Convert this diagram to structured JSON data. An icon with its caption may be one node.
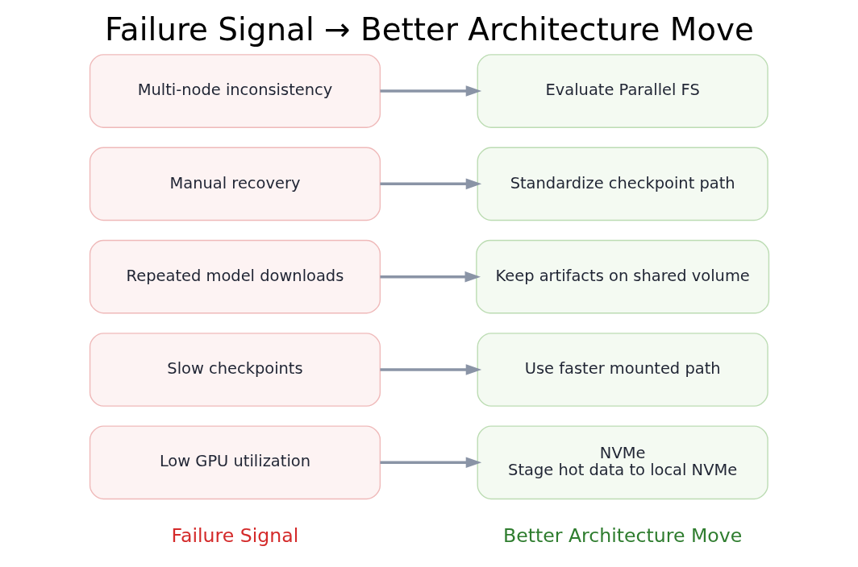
{
  "diagram": {
    "title": "Failure Signal → Better Architecture Move",
    "nodes": [
      {
        "text": [
          "Low GPU utilization"
        ]
      },
      {
        "text": [
          "Slow checkpoints"
        ]
      },
      {
        "text": [
          "Repeated model downloads"
        ]
      },
      {
        "text": [
          "Manual recovery"
        ]
      },
      {
        "text": [
          "Multi-node inconsistency"
        ]
      },
      {
        "text": [
          "NVMe",
          "Stage hot data to local NVMe"
        ]
      },
      {
        "text": [
          "Use faster mounted path"
        ]
      },
      {
        "text": [
          "Keep artifacts on shared volume"
        ]
      },
      {
        "text": [
          "Standardize checkpoint path"
        ]
      },
      {
        "text": [
          "Evaluate Parallel FS"
        ]
      }
    ],
    "edges": [
      {
        "from": 0,
        "to": 5,
        "arrow": "to"
      },
      {
        "from": 1,
        "to": 6,
        "arrow": "to"
      },
      {
        "from": 2,
        "to": 7,
        "arrow": "to"
      },
      {
        "from": 3,
        "to": 8,
        "arrow": "to"
      },
      {
        "from": 4,
        "to": 9,
        "arrow": "to"
      }
    ],
    "labels": [
      "Failure Signal",
      "Better Architecture Move"
    ]
  }
}
